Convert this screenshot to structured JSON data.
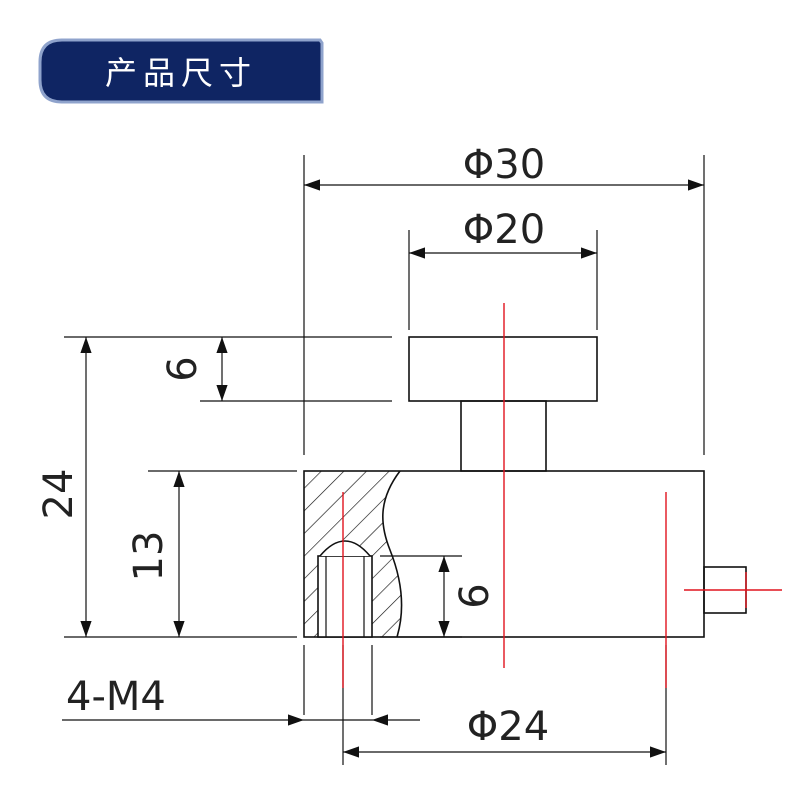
{
  "header": {
    "title": "产品尺寸",
    "bg_color": "#0f2563",
    "border_color": "#8fa3cc"
  },
  "colors": {
    "line": "#111111",
    "center_line": "#e0141e"
  },
  "dimensions": {
    "d_outer": "Φ30",
    "d_button": "Φ20",
    "h_button": "6",
    "h_total": "24",
    "h_body": "13",
    "h_hole": "6",
    "thread": "4-M4",
    "d_bolt_circle": "Φ24"
  }
}
